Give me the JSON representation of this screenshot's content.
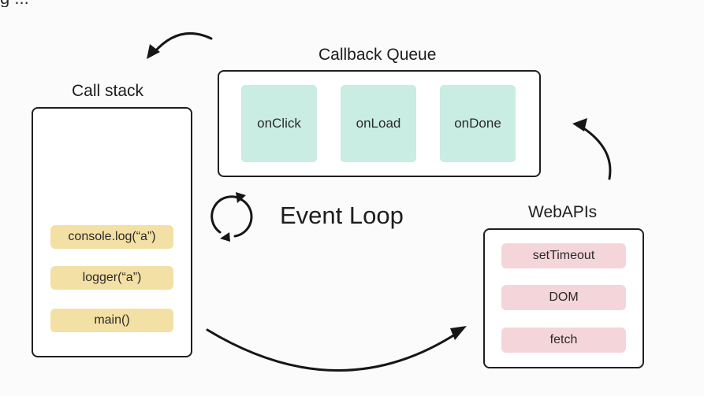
{
  "header_fragment": "g ...",
  "callback_queue": {
    "title": "Callback Queue",
    "items": [
      "onClick",
      "onLoad",
      "onDone"
    ]
  },
  "call_stack": {
    "title": "Call stack",
    "frames": [
      "console.log(“a”)",
      "logger(“a”)",
      "main()"
    ]
  },
  "event_loop": {
    "label": "Event Loop"
  },
  "web_apis": {
    "title": "WebAPIs",
    "items": [
      "setTimeout",
      "DOM",
      "fetch"
    ]
  },
  "colors": {
    "queue_item": "#c9ece3",
    "stack_frame": "#f3e0a4",
    "web_api_item": "#f4d6da",
    "outline": "#1f1f1f"
  }
}
